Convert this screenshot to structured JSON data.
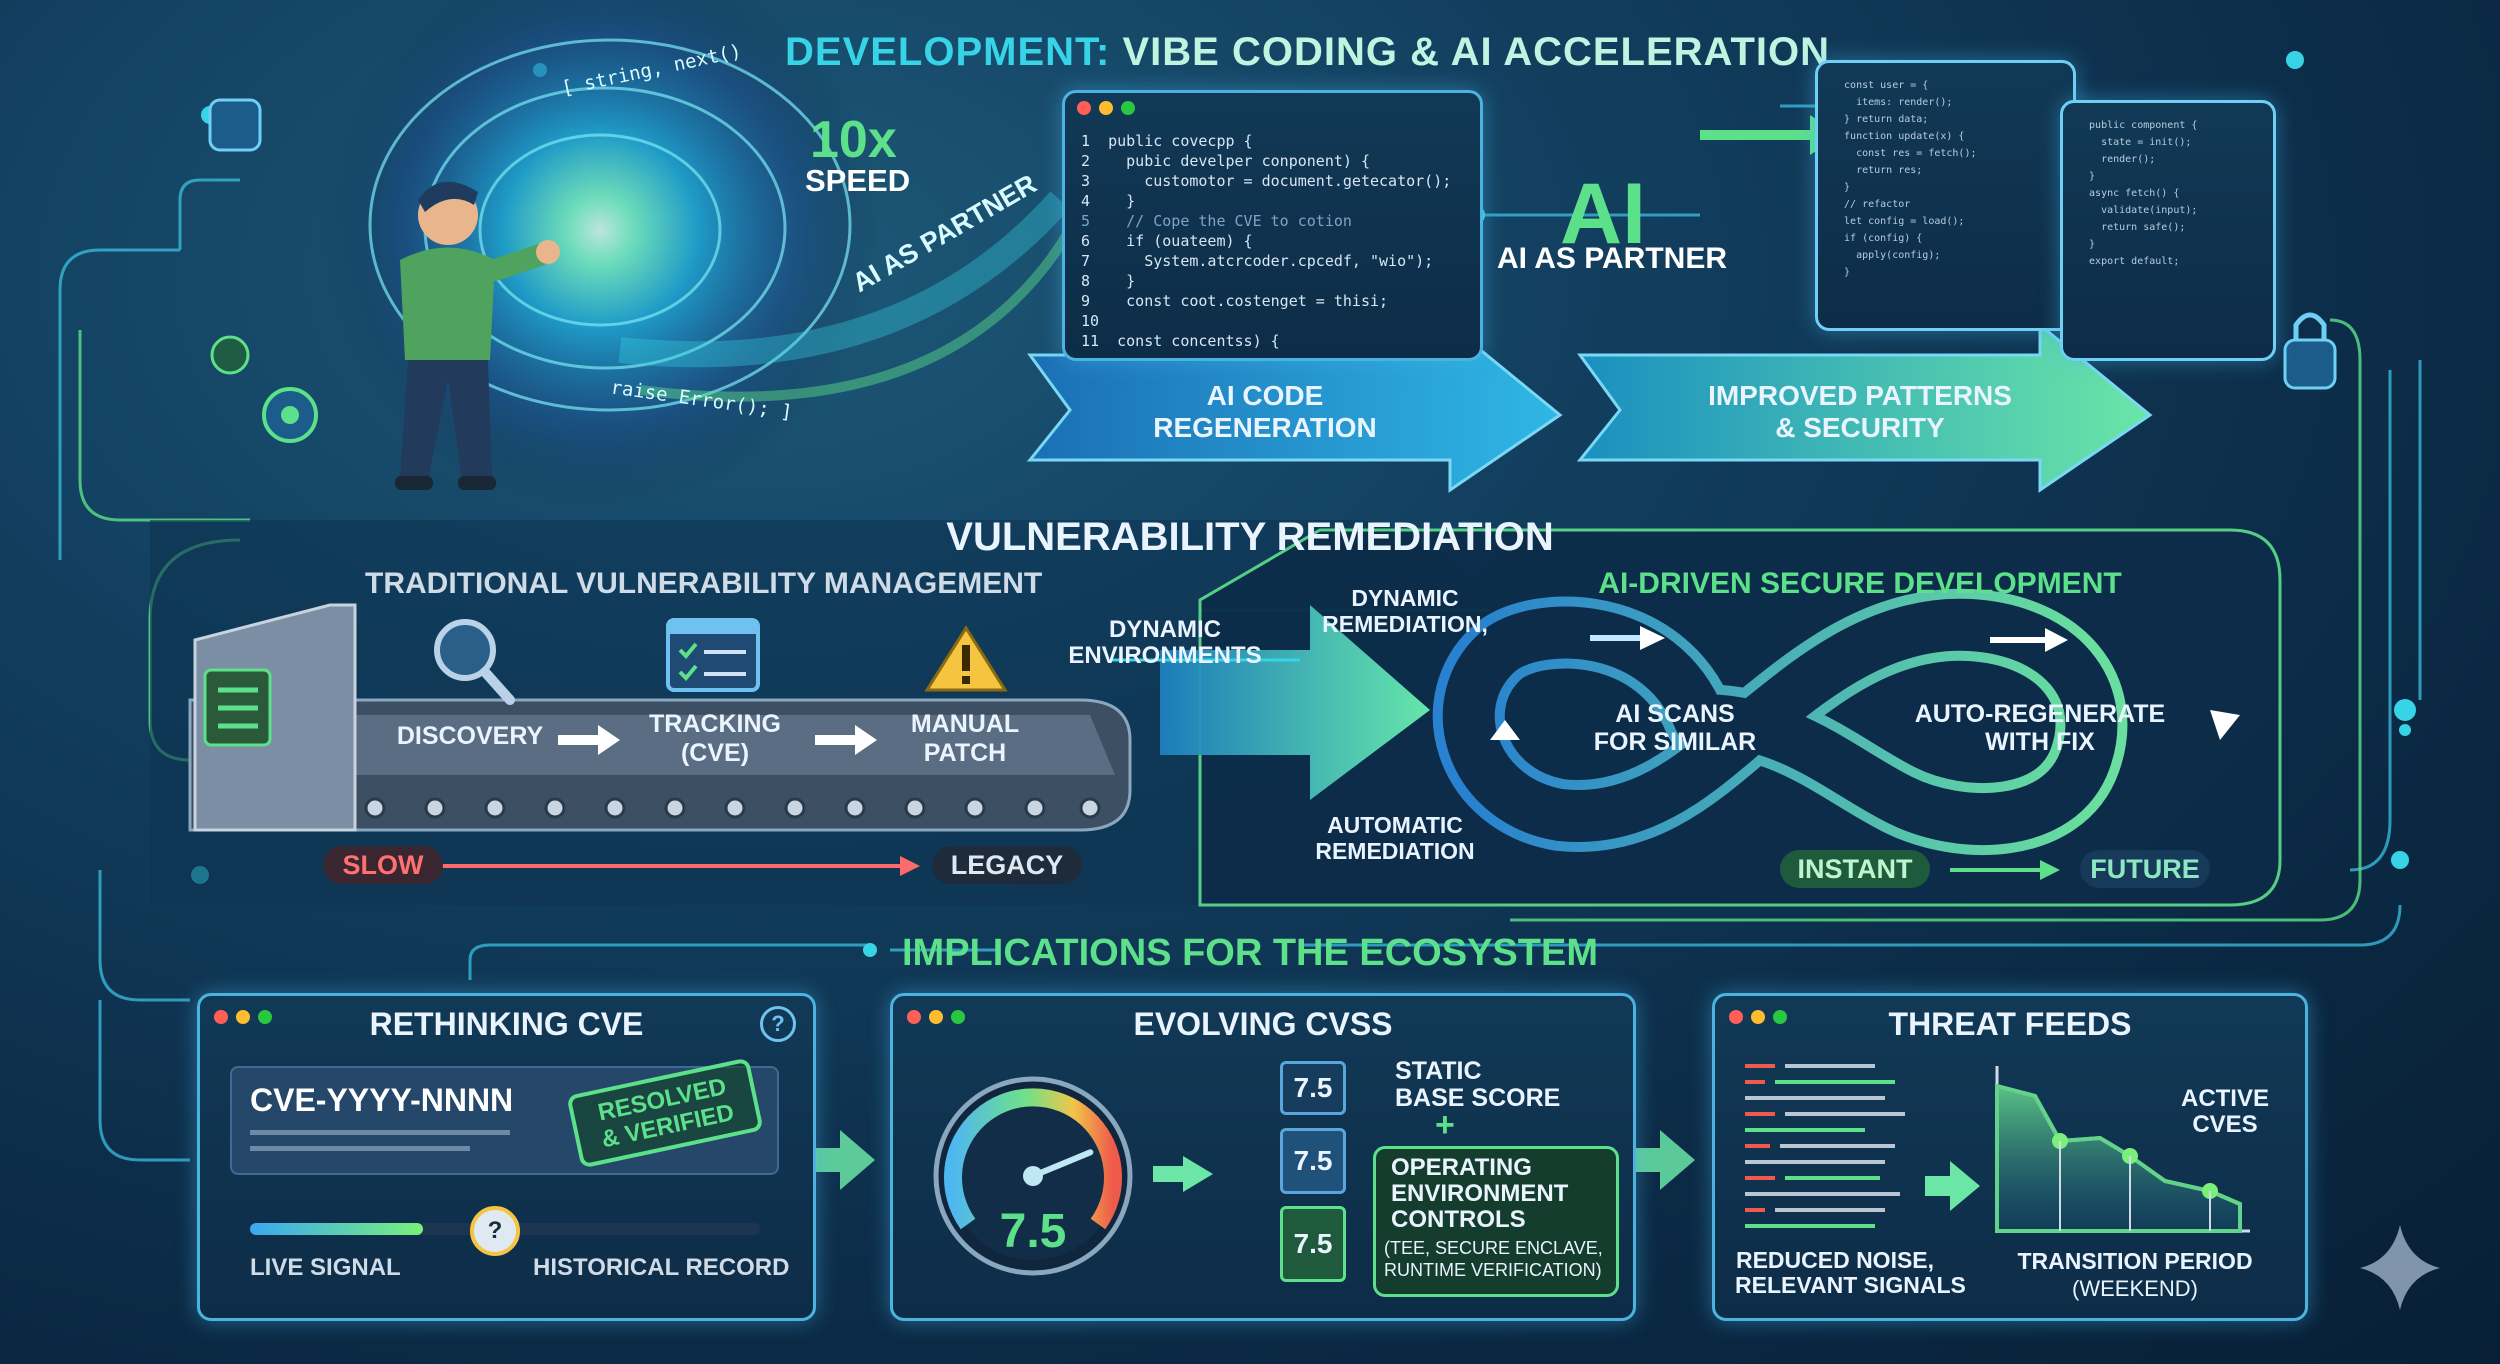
{
  "header": {
    "title_prefix": "DEVELOPMENT:",
    "title_rest": "VIBE CODING & AI ACCELERATION"
  },
  "dev": {
    "speed_big": "10x",
    "speed_small": "SPEED",
    "spiral_text": "AI AS PARTNER",
    "spiral_code_1": "raise Error(); ]",
    "spiral_code_2": "[ string, next()",
    "code_lines": [
      "1  public covecpp {",
      "2    pubic develper conponent) {",
      "3      customotor = document.getecator();",
      "4    }",
      "5    // Cope the CVE to cotion",
      "6    if (ouateem) {",
      "7      System.atcrcoder.cpcedf, \"wio\");",
      "8    }",
      "9    const coot.costenget = thisi;",
      "10",
      "11  const concentss) {"
    ],
    "ai_big": "AI",
    "ai_partner": "AI AS PARTNER",
    "arrow_regen": "AI CODE\nREGENERATION",
    "arrow_improved": "IMPROVED PATTERNS\n& SECURITY"
  },
  "remediation": {
    "title": "VULNERABILITY REMEDIATION",
    "traditional_title": "TRADITIONAL VULNERABILITY MANAGEMENT",
    "steps": [
      "DISCOVERY",
      "TRACKING\n(CVE)",
      "MANUAL\nPATCH"
    ],
    "slow": "SLOW",
    "legacy": "LEGACY",
    "dynamic_env": "DYNAMIC\nENVIRONMENTS",
    "dynamic_rem": "DYNAMIC\nREMEDIATION,",
    "auto_rem": "AUTOMATIC\nREMEDIATION",
    "ai_title": "AI-DRIVEN SECURE DEVELOPMENT",
    "loop_left": "AI SCANS\nFOR SIMILAR",
    "loop_right": "AUTO-REGENERATE\nWITH FIX",
    "instant": "INSTANT",
    "future": "FUTURE"
  },
  "implications": {
    "title": "IMPLICATIONS FOR THE ECOSYSTEM",
    "cve": {
      "title": "RETHINKING CVE",
      "id": "CVE-YYYY-NNNN",
      "stamp": "RESOLVED\n& VERIFIED",
      "help": "?",
      "slider_knob": "?",
      "live": "LIVE SIGNAL",
      "historical": "HISTORICAL RECORD"
    },
    "cvss": {
      "title": "EVOLVING CVSS",
      "gauge_value": "7.5",
      "gauge_level": 0.75,
      "box_values": [
        "7.5",
        "7.5",
        "7.5"
      ],
      "static": "STATIC\nBASE SCORE",
      "plus": "+",
      "operating": "OPERATING\nENVIRONMENT\nCONTROLS",
      "operating_detail": "(TEE, SECURE ENCLAVE,\nRUNTIME VERIFICATION)"
    },
    "threat": {
      "title": "THREAT FEEDS",
      "reduced": "REDUCED NOISE,\nRELEVANT SIGNALS",
      "active": "ACTIVE\nCVES",
      "transition": "TRANSITION PERIOD",
      "weekend": "(WEEKEND)"
    }
  },
  "colors": {
    "cyan": "#37d3e6",
    "green": "#5de08a",
    "blue": "#4ab3e0",
    "red": "#ff6b6b",
    "navy": "#0b2a45"
  }
}
